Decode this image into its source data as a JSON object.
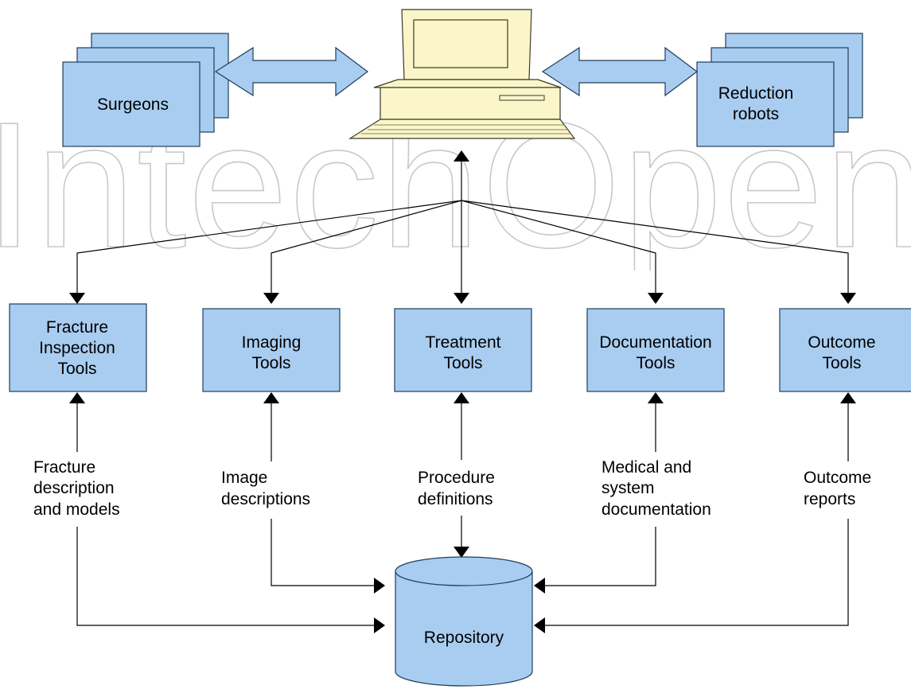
{
  "watermark": "IntechOpen",
  "colors": {
    "box_fill": "#a8cdf0",
    "box_stroke": "#1f3e5c",
    "computer_fill": "#fbf6c9",
    "computer_stroke": "#3a3a2a",
    "line": "#000000",
    "watermark_stroke": "#c8c8c8"
  },
  "actors": {
    "surgeons": "Surgeons",
    "robots_line1": "Reduction",
    "robots_line2": "robots"
  },
  "tools": [
    {
      "lines": [
        "Fracture",
        "Inspection",
        "Tools"
      ]
    },
    {
      "lines": [
        "Imaging",
        "Tools"
      ]
    },
    {
      "lines": [
        "Treatment",
        "Tools"
      ]
    },
    {
      "lines": [
        "Documentation",
        "Tools"
      ]
    },
    {
      "lines": [
        "Outcome",
        "Tools"
      ]
    }
  ],
  "labels": [
    {
      "lines": [
        "Fracture",
        "description",
        "and models"
      ]
    },
    {
      "lines": [
        "Image",
        "descriptions"
      ]
    },
    {
      "lines": [
        "Procedure",
        "definitions"
      ]
    },
    {
      "lines": [
        "Medical and",
        "system",
        "documentation"
      ]
    },
    {
      "lines": [
        "Outcome",
        "reports"
      ]
    }
  ],
  "repository": "Repository",
  "icons": {
    "computer": "computer-icon",
    "database": "database-icon",
    "double_arrow": "double-arrow-icon"
  }
}
